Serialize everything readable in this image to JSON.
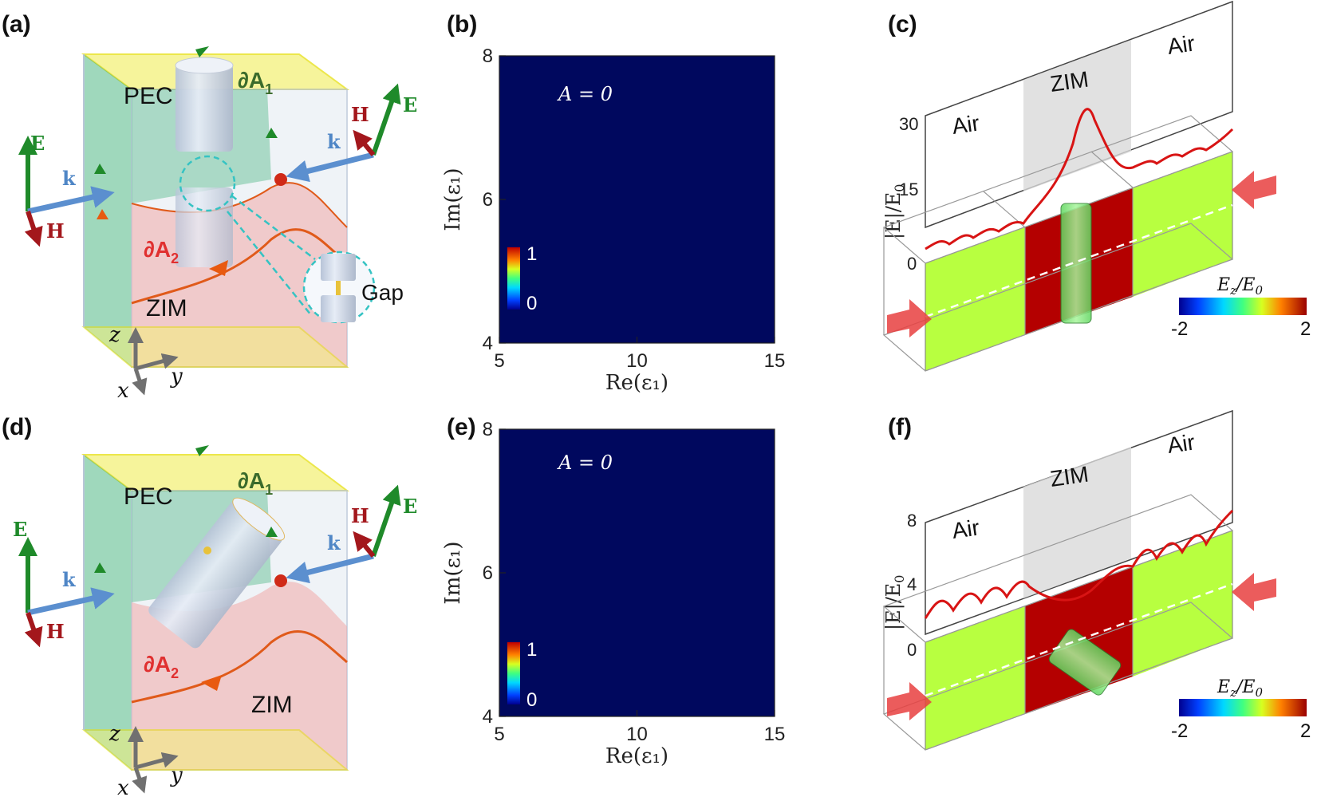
{
  "figure": {
    "panels": {
      "a": {
        "label": "(a)",
        "texts": {
          "pec": "PEC",
          "zim": "ZIM",
          "gap": "Gap",
          "a1": "∂A",
          "a1_sub": "1",
          "a2": "∂A",
          "a2_sub": "2"
        },
        "vectors": {
          "e": "E",
          "h": "H",
          "k": "k"
        },
        "axes": {
          "x": "x",
          "y": "y",
          "z": "z"
        }
      },
      "b": {
        "label": "(b)",
        "annotation": "A = 0",
        "colorbar_ticks": [
          "1",
          "0"
        ]
      },
      "c": {
        "label": "(c)",
        "regions": [
          "Air",
          "ZIM",
          "Air"
        ],
        "ylabel": "|E|/E",
        "ylabel_sub": "0",
        "yticks": [
          "30",
          "15",
          "0"
        ],
        "colorbar_title": "E",
        "colorbar_title_sub_z": "z",
        "colorbar_title_den": "/E",
        "colorbar_title_den_sub": "0",
        "colorbar_ticks": [
          "-2",
          "2"
        ]
      },
      "d": {
        "label": "(d)",
        "texts": {
          "pec": "PEC",
          "zim": "ZIM",
          "a1": "∂A",
          "a1_sub": "1",
          "a2": "∂A",
          "a2_sub": "2"
        },
        "vectors": {
          "e": "E",
          "h": "H",
          "k": "k"
        },
        "axes": {
          "x": "x",
          "y": "y",
          "z": "z"
        }
      },
      "e": {
        "label": "(e)",
        "annotation": "A = 0",
        "colorbar_ticks": [
          "1",
          "0"
        ]
      },
      "f": {
        "label": "(f)",
        "regions": [
          "Air",
          "ZIM",
          "Air"
        ],
        "ylabel": "|E|/E",
        "ylabel_sub": "0",
        "yticks": [
          "8",
          "4",
          "0"
        ],
        "colorbar_title": "E",
        "colorbar_title_sub_z": "z",
        "colorbar_title_den": "/E",
        "colorbar_title_den_sub": "0",
        "colorbar_ticks": [
          "-2",
          "2"
        ]
      }
    },
    "colors": {
      "map_background": "#00085e",
      "pec": "#f2ee3a",
      "field_red": "#d81414",
      "vec_e": "#1f8a2a",
      "vec_h": "#a3171c",
      "vec_k": "#4f86c6"
    }
  },
  "chart_data": [
    {
      "type": "heatmap",
      "panel": "b",
      "title": "",
      "annotation": "A = 0",
      "xlabel": "Re(ε₁)",
      "ylabel": "Im(ε₁)",
      "xlim": [
        5,
        15
      ],
      "ylim": [
        4,
        8
      ],
      "xticks": [
        5,
        10,
        15
      ],
      "yticks": [
        4,
        6,
        8
      ],
      "value": 0,
      "colorbar": {
        "min": 0,
        "max": 1
      }
    },
    {
      "type": "heatmap",
      "panel": "e",
      "title": "",
      "annotation": "A = 0",
      "xlabel": "Re(ε₁)",
      "ylabel": "Im(ε₁)",
      "xlim": [
        5,
        15
      ],
      "ylim": [
        4,
        8
      ],
      "xticks": [
        5,
        10,
        15
      ],
      "yticks": [
        4,
        6,
        8
      ],
      "value": 0,
      "colorbar": {
        "min": 0,
        "max": 1
      }
    }
  ]
}
